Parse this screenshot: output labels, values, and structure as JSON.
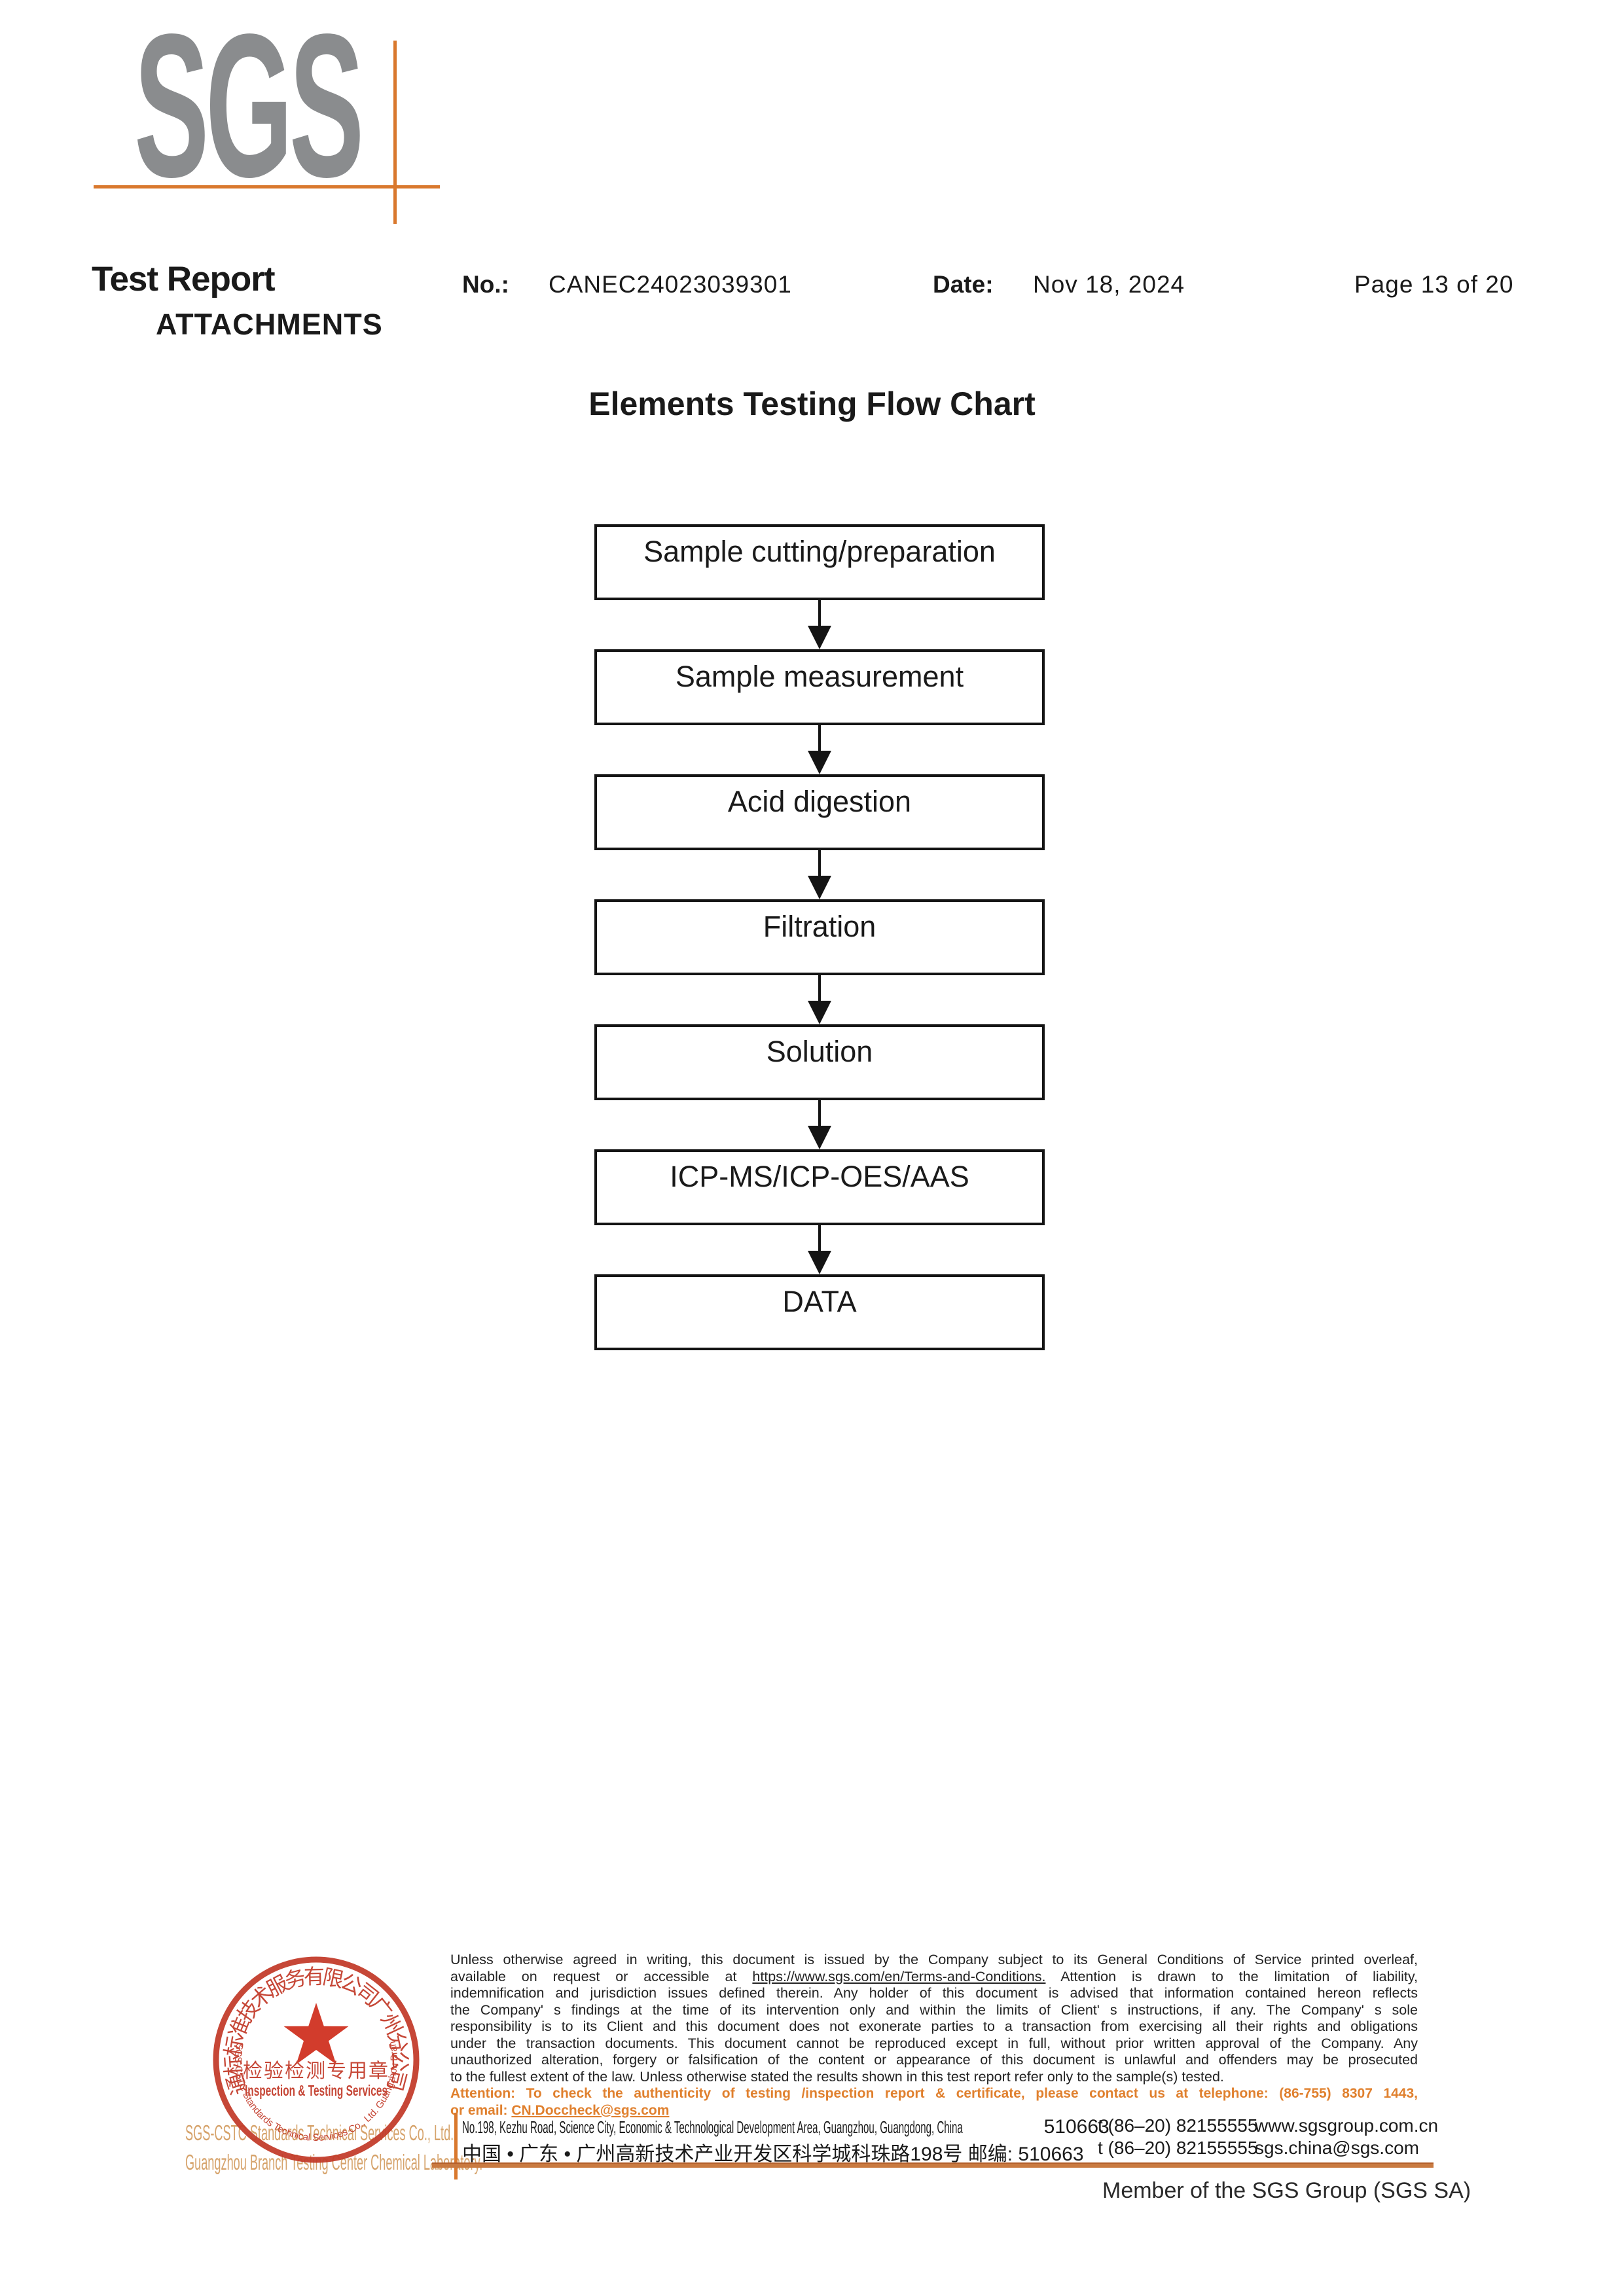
{
  "colors": {
    "sgs_orange": "#d9782d",
    "sgs_gray": "#8a8c8e",
    "stamp_red": "#c23a28",
    "star_red": "#cf2e1d",
    "tan_text": "#d6a36b",
    "attention_orange": "#e0802e",
    "text_black": "#1a1a1a"
  },
  "header": {
    "logo": "SGS",
    "title": "Test Report",
    "no_label": "No.:",
    "no_value": "CANEC24023039301",
    "date_label": "Date:",
    "date_value": "Nov 18, 2024",
    "page": "Page 13 of 20",
    "attachments": "ATTACHMENTS"
  },
  "flowchart": {
    "title": "Elements Testing Flow Chart",
    "steps": [
      {
        "label": "Sample cutting/preparation"
      },
      {
        "label": "Sample measurement"
      },
      {
        "label": "Acid digestion"
      },
      {
        "label": "Filtration"
      },
      {
        "label": "Solution"
      },
      {
        "label": "ICP-MS/ICP-OES/AAS"
      },
      {
        "label": "DATA"
      }
    ]
  },
  "footer": {
    "legal": {
      "l1": "Unless otherwise agreed in writing, this document is issued by the Company subject to its General Conditions of Service printed overleaf,",
      "l2a": "available on request or accessible at ",
      "l2b": "https://www.sgs.com/en/Terms-and-Conditions.",
      "l2c": " Attention is drawn to the limitation of liability,",
      "l3": "indemnification and jurisdiction issues defined therein. Any holder of this document is advised that information contained hereon reflects",
      "l4": "the Company' s findings at the time of its intervention only and within the limits of Client' s instructions, if any. The Company' s sole",
      "l5": "responsibility is to its Client and this document does not exonerate parties to a transaction from exercising all their rights and obligations",
      "l6": "under the transaction documents. This document cannot be reproduced except in full, without prior written approval of the Company. Any",
      "l7": "unauthorized alteration, forgery or falsification of the content or appearance of this document is unlawful and offenders may be prosecuted",
      "l8": "to the fullest extent of the law. Unless otherwise stated the results shown in this test report refer only to the sample(s) tested.",
      "l9": "Attention: To check the authenticity of testing /inspection report & certificate, please contact us at telephone: (86-755) 8307 1443,",
      "l10a": "or email: ",
      "l10b": "CN.Doccheck@sgs.com"
    },
    "stamp": {
      "arc_cn": "通标标准技术服务有限公司广州分公司",
      "cn_line": "检验检测专用章",
      "en_line": "Inspection & Testing Services",
      "arc_en": "SGS-CSTC Standards Technical Services Co., Ltd. Guangzhou Branch"
    },
    "company_line1": "SGS-CSTC Standards Technical Services Co., Ltd.",
    "company_line2": "Guangzhou Branch Testing Center Chemical Laboratory.",
    "address_en": "No.198, Kezhu Road, Science City, Economic & Technological Development Area, Guangzhou, Guangdong, China",
    "address_zip": "510663",
    "address_cn": "中国 • 广东 • 广州高新技术产业开发区科学城科珠路198号    邮编: 510663",
    "tel1": "t (86–20) 82155555",
    "web": "www.sgsgroup.com.cn",
    "tel2": "t (86–20) 82155555",
    "email": "sgs.china@sgs.com",
    "member": "Member of the SGS Group (SGS SA)"
  }
}
